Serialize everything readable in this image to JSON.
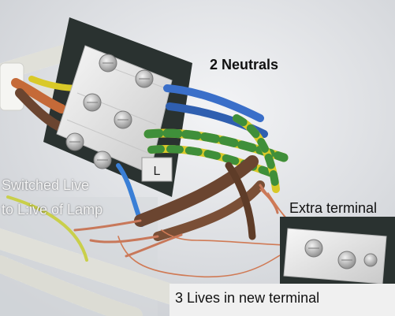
{
  "annotations": {
    "neutrals": "2 Neutrals",
    "switched_live_line1": "Switched Live",
    "switched_live_line2": "to L:ive of Lamp",
    "extra_terminal": "Extra terminal",
    "lives_new_terminal": "3 Lives in new terminal"
  },
  "terminal_letter": "L",
  "colors": {
    "ceiling": "#e9ebee",
    "backplate": "#2a3230",
    "connector_block": "#ececec",
    "neutral_wire": "#3a6fc9",
    "earth_green": "#3f8f3a",
    "earth_yellow": "#d9c928",
    "live_wire": "#6b4530",
    "copper": "#c8785a",
    "annotation_line": "#d07a55"
  }
}
